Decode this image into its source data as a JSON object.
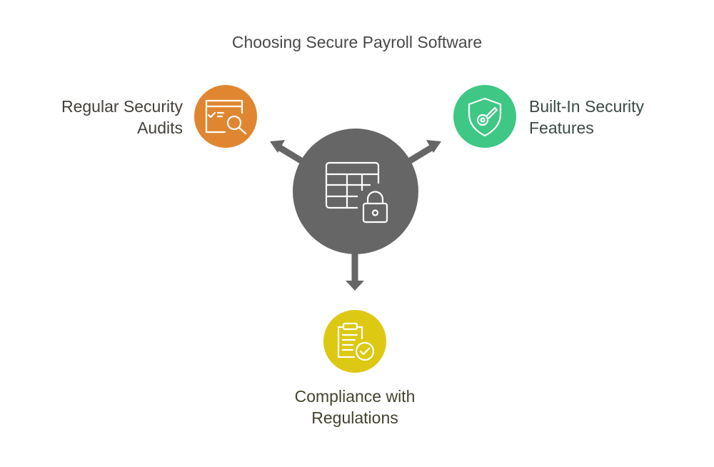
{
  "title": "Choosing Secure Payroll Software",
  "center": {
    "icon": "spreadsheet-lock-icon",
    "color": "#666666"
  },
  "nodes": [
    {
      "line1": "Regular Security",
      "line2": "Audits",
      "icon": "audit-search-icon",
      "color": "#E08631"
    },
    {
      "line1": "Built-In Security",
      "line2": "Features",
      "icon": "shield-key-icon",
      "color": "#3EC785"
    },
    {
      "line1": "Compliance with",
      "line2": "Regulations",
      "icon": "clipboard-check-icon",
      "color": "#DDC814"
    }
  ]
}
